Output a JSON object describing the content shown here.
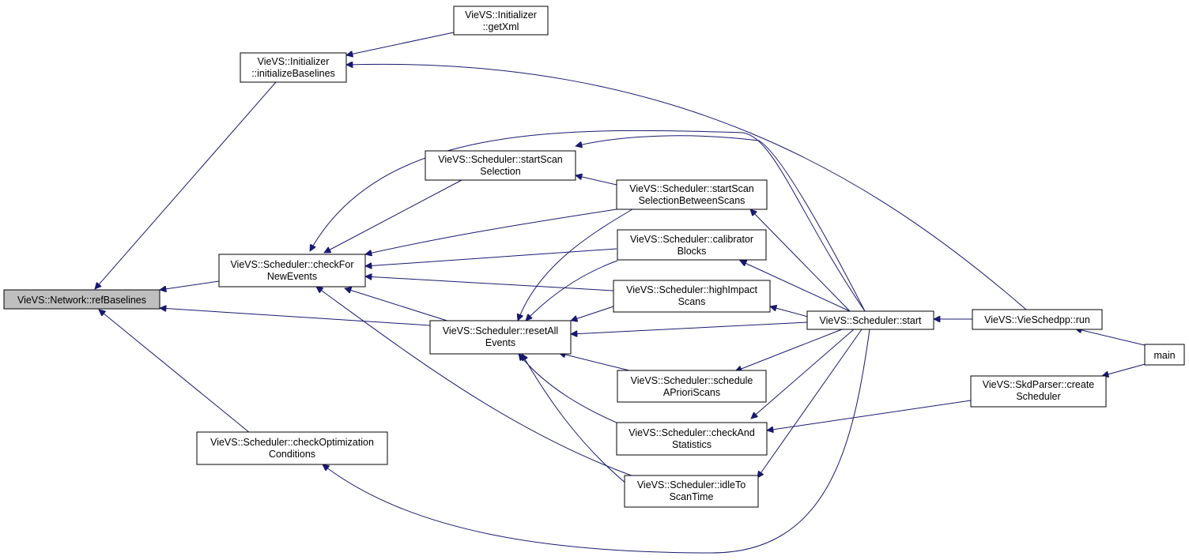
{
  "diagram": {
    "type": "call-graph",
    "edge_color": "#191970",
    "highlight_fill": "#bfbfbf",
    "nodes": {
      "refBaselines": [
        "VieVS::Network::refBaselines"
      ],
      "getXml": [
        "VieVS::Initializer",
        "::getXml"
      ],
      "initializeBaselines": [
        "VieVS::Initializer",
        "::initializeBaselines"
      ],
      "startScanSelection": [
        "VieVS::Scheduler::startScan",
        "Selection"
      ],
      "startScanSelectionBetweenScans": [
        "VieVS::Scheduler::startScan",
        "SelectionBetweenScans"
      ],
      "checkForNewEvents": [
        "VieVS::Scheduler::checkFor",
        "NewEvents"
      ],
      "calibratorBlocks": [
        "VieVS::Scheduler::calibrator",
        "Blocks"
      ],
      "highImpactScans": [
        "VieVS::Scheduler::highImpact",
        "Scans"
      ],
      "resetAllEvents": [
        "VieVS::Scheduler::resetAll",
        "Events"
      ],
      "start": [
        "VieVS::Scheduler::start"
      ],
      "run": [
        "VieVS::VieSchedpp::run"
      ],
      "main": [
        "main"
      ],
      "scheduleAPrioriScans": [
        "VieVS::Scheduler::schedule",
        "APrioriScans"
      ],
      "createScheduler": [
        "VieVS::SkdParser::create",
        "Scheduler"
      ],
      "checkOptimizationConditions": [
        "VieVS::Scheduler::checkOptimization",
        "Conditions"
      ],
      "checkAndStatistics": [
        "VieVS::Scheduler::checkAnd",
        "Statistics"
      ],
      "idleToScanTime": [
        "VieVS::Scheduler::idleTo",
        "ScanTime"
      ]
    },
    "edges": [
      [
        "getXml",
        "initializeBaselines"
      ],
      [
        "initializeBaselines",
        "refBaselines"
      ],
      [
        "run",
        "initializeBaselines"
      ],
      [
        "checkForNewEvents",
        "refBaselines"
      ],
      [
        "resetAllEvents",
        "refBaselines"
      ],
      [
        "checkOptimizationConditions",
        "refBaselines"
      ],
      [
        "startScanSelection",
        "checkForNewEvents"
      ],
      [
        "startScanSelectionBetweenScans",
        "checkForNewEvents"
      ],
      [
        "calibratorBlocks",
        "checkForNewEvents"
      ],
      [
        "highImpactScans",
        "checkForNewEvents"
      ],
      [
        "resetAllEvents",
        "checkForNewEvents"
      ],
      [
        "idleToScanTime",
        "checkForNewEvents"
      ],
      [
        "start",
        "checkForNewEvents"
      ],
      [
        "start",
        "startScanSelection"
      ],
      [
        "startScanSelectionBetweenScans",
        "startScanSelection"
      ],
      [
        "start",
        "startScanSelectionBetweenScans"
      ],
      [
        "start",
        "calibratorBlocks"
      ],
      [
        "start",
        "highImpactScans"
      ],
      [
        "start",
        "resetAllEvents"
      ],
      [
        "start",
        "scheduleAPrioriScans"
      ],
      [
        "start",
        "checkAndStatistics"
      ],
      [
        "start",
        "idleToScanTime"
      ],
      [
        "start",
        "checkOptimizationConditions"
      ],
      [
        "startScanSelectionBetweenScans",
        "resetAllEvents"
      ],
      [
        "calibratorBlocks",
        "resetAllEvents"
      ],
      [
        "highImpactScans",
        "resetAllEvents"
      ],
      [
        "scheduleAPrioriScans",
        "resetAllEvents"
      ],
      [
        "checkAndStatistics",
        "resetAllEvents"
      ],
      [
        "idleToScanTime",
        "resetAllEvents"
      ],
      [
        "run",
        "start"
      ],
      [
        "main",
        "run"
      ],
      [
        "main",
        "createScheduler"
      ],
      [
        "createScheduler",
        "checkAndStatistics"
      ]
    ]
  }
}
